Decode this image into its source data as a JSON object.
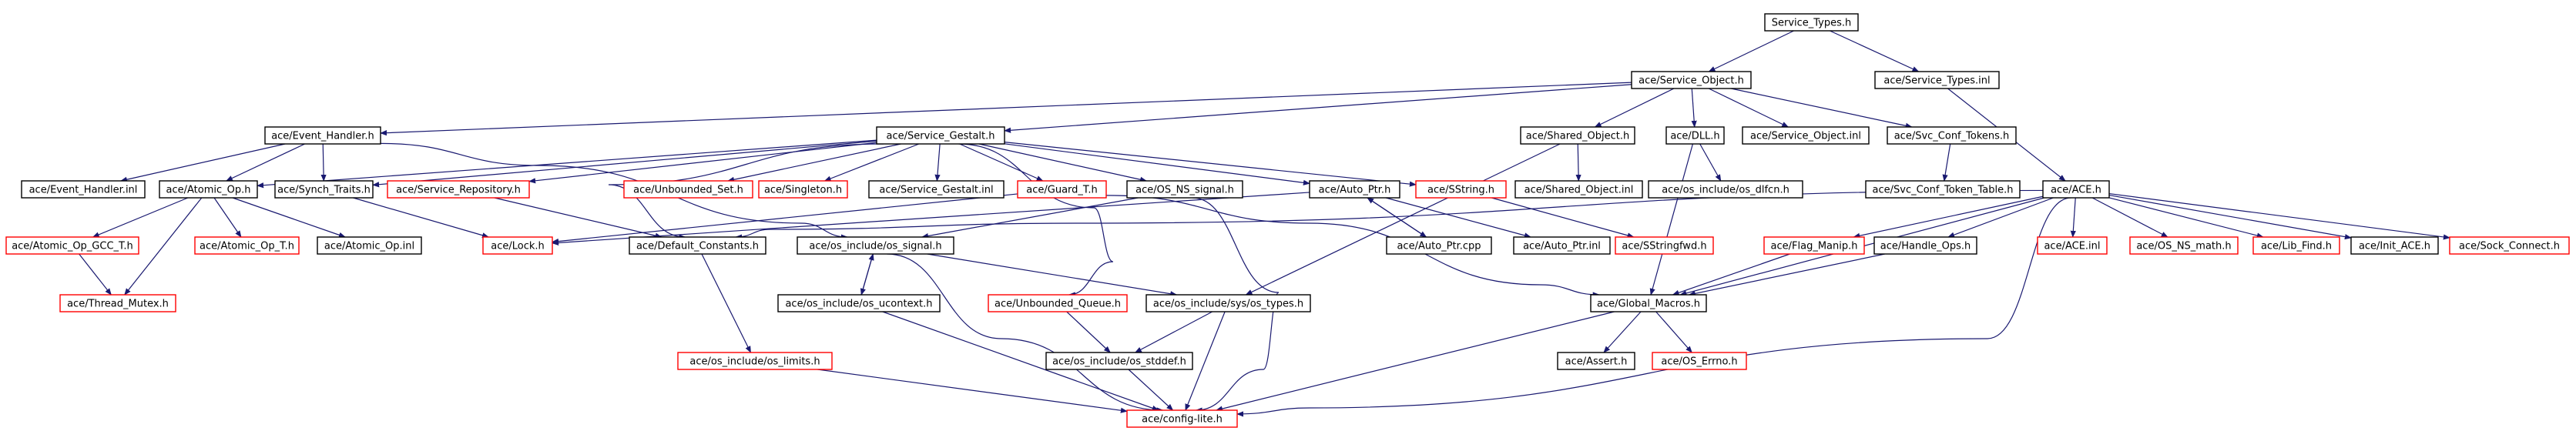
{
  "diagram": {
    "colors": {
      "root_fill": "#bfbfbf",
      "normal_border": "#000000",
      "missing_border": "#ff0000",
      "edge": "#191970"
    },
    "nodes": [
      {
        "id": "service_types_h",
        "label": "Service_Types.h",
        "style": "root"
      },
      {
        "id": "service_object_h",
        "label": "ace/Service_Object.h",
        "style": "normal"
      },
      {
        "id": "service_types_inl",
        "label": "ace/Service_Types.inl",
        "style": "normal"
      },
      {
        "id": "event_handler_h",
        "label": "ace/Event_Handler.h",
        "style": "normal"
      },
      {
        "id": "service_gestalt_h",
        "label": "ace/Service_Gestalt.h",
        "style": "normal"
      },
      {
        "id": "shared_object_h",
        "label": "ace/Shared_Object.h",
        "style": "normal"
      },
      {
        "id": "dll_h",
        "label": "ace/DLL.h",
        "style": "normal"
      },
      {
        "id": "service_object_inl",
        "label": "ace/Service_Object.inl",
        "style": "normal"
      },
      {
        "id": "svc_conf_tokens_h",
        "label": "ace/Svc_Conf_Tokens.h",
        "style": "normal"
      },
      {
        "id": "event_handler_inl",
        "label": "ace/Event_Handler.inl",
        "style": "normal"
      },
      {
        "id": "atomic_op_h",
        "label": "ace/Atomic_Op.h",
        "style": "normal"
      },
      {
        "id": "synch_traits_h",
        "label": "ace/Synch_Traits.h",
        "style": "normal"
      },
      {
        "id": "service_repository_h",
        "label": "ace/Service_Repository.h",
        "style": "missing"
      },
      {
        "id": "unbounded_set_h",
        "label": "ace/Unbounded_Set.h",
        "style": "missing"
      },
      {
        "id": "singleton_h",
        "label": "ace/Singleton.h",
        "style": "missing"
      },
      {
        "id": "service_gestalt_inl",
        "label": "ace/Service_Gestalt.inl",
        "style": "normal"
      },
      {
        "id": "guard_t_h",
        "label": "ace/Guard_T.h",
        "style": "missing"
      },
      {
        "id": "os_ns_signal_h",
        "label": "ace/OS_NS_signal.h",
        "style": "normal"
      },
      {
        "id": "auto_ptr_h",
        "label": "ace/Auto_Ptr.h",
        "style": "normal"
      },
      {
        "id": "sstring_h",
        "label": "ace/SString.h",
        "style": "missing"
      },
      {
        "id": "shared_object_inl",
        "label": "ace/Shared_Object.inl",
        "style": "normal"
      },
      {
        "id": "os_dlfcn_h",
        "label": "ace/os_include/os_dlfcn.h",
        "style": "normal"
      },
      {
        "id": "svc_conf_token_table_h",
        "label": "ace/Svc_Conf_Token_Table.h",
        "style": "normal"
      },
      {
        "id": "ace_h",
        "label": "ace/ACE.h",
        "style": "normal"
      },
      {
        "id": "atomic_op_gcc_t_h",
        "label": "ace/Atomic_Op_GCC_T.h",
        "style": "missing"
      },
      {
        "id": "atomic_op_t_h",
        "label": "ace/Atomic_Op_T.h",
        "style": "missing"
      },
      {
        "id": "atomic_op_inl",
        "label": "ace/Atomic_Op.inl",
        "style": "normal"
      },
      {
        "id": "lock_h",
        "label": "ace/Lock.h",
        "style": "missing"
      },
      {
        "id": "default_constants_h",
        "label": "ace/Default_Constants.h",
        "style": "normal"
      },
      {
        "id": "os_signal_h",
        "label": "ace/os_include/os_signal.h",
        "style": "normal"
      },
      {
        "id": "auto_ptr_cpp",
        "label": "ace/Auto_Ptr.cpp",
        "style": "normal"
      },
      {
        "id": "auto_ptr_inl",
        "label": "ace/Auto_Ptr.inl",
        "style": "normal"
      },
      {
        "id": "sstringfwd_h",
        "label": "ace/SStringfwd.h",
        "style": "missing"
      },
      {
        "id": "flag_manip_h",
        "label": "ace/Flag_Manip.h",
        "style": "missing"
      },
      {
        "id": "handle_ops_h",
        "label": "ace/Handle_Ops.h",
        "style": "normal"
      },
      {
        "id": "ace_inl",
        "label": "ace/ACE.inl",
        "style": "missing"
      },
      {
        "id": "os_ns_math_h",
        "label": "ace/OS_NS_math.h",
        "style": "missing"
      },
      {
        "id": "lib_find_h",
        "label": "ace/Lib_Find.h",
        "style": "missing"
      },
      {
        "id": "init_ace_h",
        "label": "ace/Init_ACE.h",
        "style": "normal"
      },
      {
        "id": "sock_connect_h",
        "label": "ace/Sock_Connect.h",
        "style": "missing"
      },
      {
        "id": "thread_mutex_h",
        "label": "ace/Thread_Mutex.h",
        "style": "missing"
      },
      {
        "id": "os_ucontext_h",
        "label": "ace/os_include/os_ucontext.h",
        "style": "normal"
      },
      {
        "id": "unbounded_queue_h",
        "label": "ace/Unbounded_Queue.h",
        "style": "missing"
      },
      {
        "id": "sys_os_types_h",
        "label": "ace/os_include/sys/os_types.h",
        "style": "normal"
      },
      {
        "id": "global_macros_h",
        "label": "ace/Global_Macros.h",
        "style": "normal"
      },
      {
        "id": "os_limits_h",
        "label": "ace/os_include/os_limits.h",
        "style": "missing"
      },
      {
        "id": "os_stddef_h",
        "label": "ace/os_include/os_stddef.h",
        "style": "normal"
      },
      {
        "id": "assert_h",
        "label": "ace/Assert.h",
        "style": "normal"
      },
      {
        "id": "os_errno_h",
        "label": "ace/OS_Errno.h",
        "style": "missing"
      },
      {
        "id": "config_lite_h",
        "label": "ace/config-lite.h",
        "style": "missing"
      }
    ],
    "edges": [
      [
        "service_types_h",
        "service_object_h"
      ],
      [
        "service_types_h",
        "service_types_inl"
      ],
      [
        "service_object_h",
        "event_handler_h"
      ],
      [
        "service_object_h",
        "service_gestalt_h"
      ],
      [
        "service_object_h",
        "shared_object_h"
      ],
      [
        "service_object_h",
        "dll_h"
      ],
      [
        "service_object_h",
        "service_object_inl"
      ],
      [
        "service_object_h",
        "svc_conf_tokens_h"
      ],
      [
        "service_types_inl",
        "ace_h"
      ],
      [
        "event_handler_h",
        "event_handler_inl"
      ],
      [
        "event_handler_h",
        "atomic_op_h"
      ],
      [
        "event_handler_h",
        "synch_traits_h"
      ],
      [
        "event_handler_h",
        "os_signal_h"
      ],
      [
        "service_gestalt_h",
        "atomic_op_h"
      ],
      [
        "service_gestalt_h",
        "synch_traits_h"
      ],
      [
        "service_gestalt_h",
        "service_repository_h"
      ],
      [
        "service_gestalt_h",
        "unbounded_set_h"
      ],
      [
        "service_gestalt_h",
        "singleton_h"
      ],
      [
        "service_gestalt_h",
        "service_gestalt_inl"
      ],
      [
        "service_gestalt_h",
        "guard_t_h"
      ],
      [
        "service_gestalt_h",
        "os_ns_signal_h"
      ],
      [
        "service_gestalt_h",
        "auto_ptr_h"
      ],
      [
        "service_gestalt_h",
        "sstring_h"
      ],
      [
        "service_gestalt_h",
        "default_constants_h"
      ],
      [
        "service_gestalt_h",
        "unbounded_queue_h"
      ],
      [
        "shared_object_h",
        "shared_object_inl"
      ],
      [
        "shared_object_h",
        "sys_os_types_h"
      ],
      [
        "dll_h",
        "os_dlfcn_h"
      ],
      [
        "dll_h",
        "global_macros_h"
      ],
      [
        "svc_conf_tokens_h",
        "svc_conf_token_table_h"
      ],
      [
        "atomic_op_h",
        "atomic_op_gcc_t_h"
      ],
      [
        "atomic_op_h",
        "atomic_op_t_h"
      ],
      [
        "atomic_op_h",
        "atomic_op_inl"
      ],
      [
        "atomic_op_h",
        "thread_mutex_h"
      ],
      [
        "atomic_op_gcc_t_h",
        "thread_mutex_h"
      ],
      [
        "synch_traits_h",
        "lock_h"
      ],
      [
        "service_repository_h",
        "default_constants_h"
      ],
      [
        "guard_t_h",
        "lock_h"
      ],
      [
        "guard_t_h",
        "global_macros_h"
      ],
      [
        "os_ns_signal_h",
        "os_signal_h"
      ],
      [
        "os_ns_signal_h",
        "config_lite_h"
      ],
      [
        "auto_ptr_h",
        "auto_ptr_cpp"
      ],
      [
        "auto_ptr_h",
        "auto_ptr_inl"
      ],
      [
        "auto_ptr_h",
        "lock_h"
      ],
      [
        "auto_ptr_cpp",
        "auto_ptr_h"
      ],
      [
        "sstring_h",
        "sstringfwd_h"
      ],
      [
        "ace_h",
        "default_constants_h"
      ],
      [
        "ace_h",
        "flag_manip_h"
      ],
      [
        "ace_h",
        "handle_ops_h"
      ],
      [
        "ace_h",
        "ace_inl"
      ],
      [
        "ace_h",
        "os_ns_math_h"
      ],
      [
        "ace_h",
        "lib_find_h"
      ],
      [
        "ace_h",
        "init_ace_h"
      ],
      [
        "ace_h",
        "sock_connect_h"
      ],
      [
        "ace_h",
        "global_macros_h"
      ],
      [
        "ace_h",
        "config_lite_h"
      ],
      [
        "default_constants_h",
        "os_limits_h"
      ],
      [
        "os_signal_h",
        "os_ucontext_h"
      ],
      [
        "os_signal_h",
        "sys_os_types_h"
      ],
      [
        "os_signal_h",
        "config_lite_h"
      ],
      [
        "os_ucontext_h",
        "os_signal_h"
      ],
      [
        "os_ucontext_h",
        "config_lite_h"
      ],
      [
        "flag_manip_h",
        "global_macros_h"
      ],
      [
        "handle_ops_h",
        "global_macros_h"
      ],
      [
        "unbounded_queue_h",
        "os_stddef_h"
      ],
      [
        "sys_os_types_h",
        "os_stddef_h"
      ],
      [
        "sys_os_types_h",
        "config_lite_h"
      ],
      [
        "global_macros_h",
        "assert_h"
      ],
      [
        "global_macros_h",
        "os_errno_h"
      ],
      [
        "global_macros_h",
        "config_lite_h"
      ],
      [
        "os_limits_h",
        "config_lite_h"
      ],
      [
        "os_stddef_h",
        "config_lite_h"
      ]
    ]
  }
}
